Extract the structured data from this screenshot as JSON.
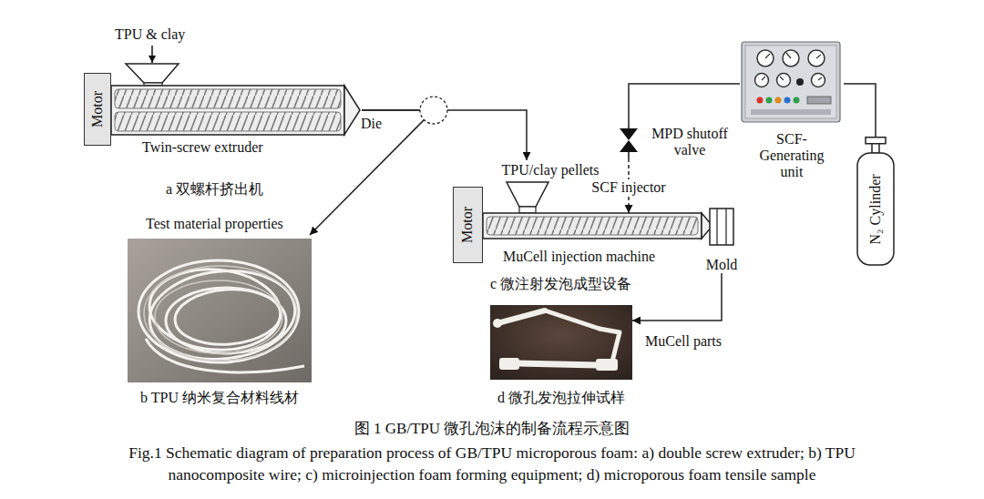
{
  "diagram": {
    "title": "图 1 GB/TPU 微孔泡沫的制备流程示意图",
    "caption": "Fig.1 Schematic diagram of preparation process of GB/TPU microporous foam: a) double screw extruder; b) TPU nanocomposite wire; c) microinjection foam forming equipment; d) microporous foam tensile sample",
    "nodes": [
      {
        "text": [
          "Motor"
        ]
      },
      {
        "text": [
          "TPU & clay",
          "Twin-screw extruder"
        ]
      },
      {
        "text": [
          "b TPU 纳米复合材料线材"
        ]
      },
      {
        "text": [
          "Motor"
        ]
      },
      {
        "text": [
          "TPU/clay pellets"
        ]
      },
      {
        "text": [
          "MuCell injection machine"
        ]
      },
      {
        "text": [
          "Mold"
        ]
      },
      {
        "text": [
          "d 微孔发泡拉伸试样"
        ]
      },
      {
        "text": [
          "MPD shutoff valve"
        ]
      },
      {
        "text": [
          "SCF- Generating unit"
        ]
      },
      {
        "text": [
          "N₂ Cylinder"
        ]
      }
    ],
    "edges": [
      {
        "from": 1,
        "to": 4,
        "arrow": "to"
      },
      {
        "from": 1,
        "to": 2,
        "arrow": "to",
        "label": "Test material properties"
      },
      {
        "from": 10,
        "to": 9,
        "arrow": "none"
      },
      {
        "from": 9,
        "to": 8,
        "arrow": "none"
      },
      {
        "from": 8,
        "to": 5,
        "arrow": "to",
        "label": "SCF injector"
      },
      {
        "from": 6,
        "to": 7,
        "arrow": "to",
        "label": "MuCell parts"
      }
    ],
    "labels": [
      "Die",
      "a 双螺杆挤出机",
      "c 微注射发泡成型设备"
    ]
  }
}
